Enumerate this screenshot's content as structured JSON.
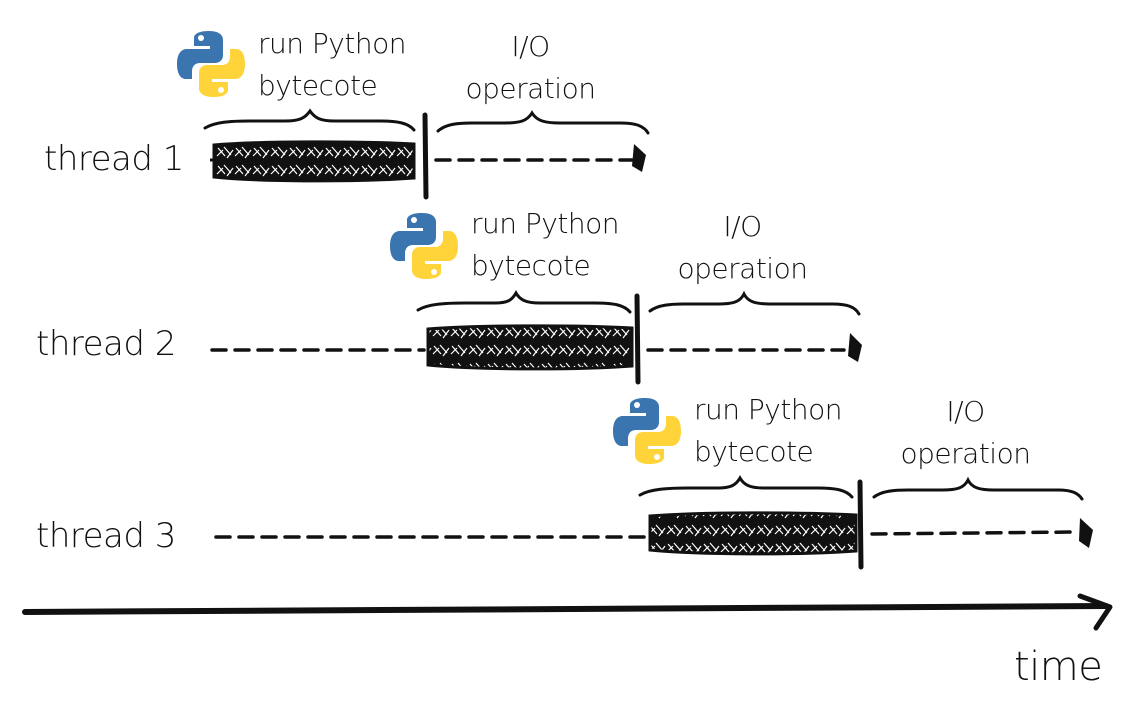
{
  "colors": {
    "ink": "#111111",
    "python_blue": "#3a75b0",
    "python_yellow": "#ffd43b"
  },
  "icons": [
    "python-logo-icon"
  ],
  "threads": [
    {
      "label": "thread 1",
      "run_label_1": "run Python",
      "run_label_2": "bytecote",
      "io_label_1": "I/O",
      "io_label_2": "operation"
    },
    {
      "label": "thread 2",
      "run_label_1": "run Python",
      "run_label_2": "bytecote",
      "io_label_1": "I/O",
      "io_label_2": "operation"
    },
    {
      "label": "thread 3",
      "run_label_1": "run Python",
      "run_label_2": "bytecote",
      "io_label_1": "I/O",
      "io_label_2": "operation"
    }
  ],
  "axis": {
    "label": "time"
  }
}
